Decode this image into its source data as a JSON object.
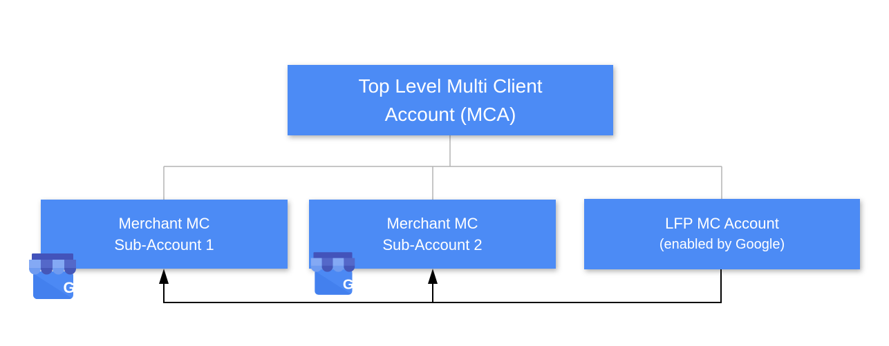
{
  "nodes": {
    "mca": {
      "line1": "Top Level Multi Client",
      "line2": "Account (MCA)"
    },
    "sub1": {
      "line1": "Merchant MC",
      "line2": "Sub-Account 1"
    },
    "sub2": {
      "line1": "Merchant MC",
      "line2": "Sub-Account 2"
    },
    "lfp": {
      "line1": "LFP MC Account",
      "line2": "(enabled by Google)"
    }
  },
  "icons": {
    "business_profile": "google-business-profile-storefront-icon",
    "g_letter": "G"
  },
  "colors": {
    "node_fill": "#4c8bf5",
    "node_text": "#ffffff",
    "tree_connector_gray": "#b3b3b3",
    "feed_arrow_black": "#000000",
    "icon_body_blue": "#4c89f4",
    "icon_awning_light": "#84a9f4",
    "icon_awning_dark": "#5468c9",
    "icon_awning_bar": "#4353ba"
  }
}
